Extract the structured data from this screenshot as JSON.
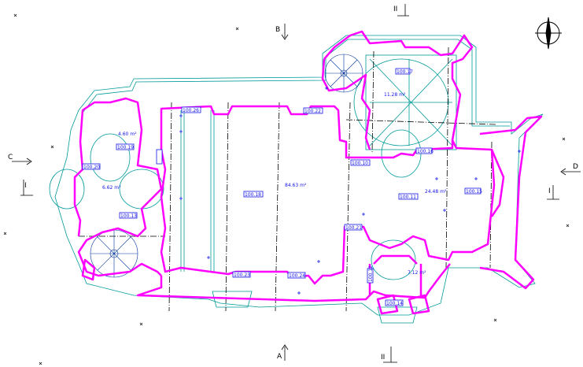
{
  "section_markers": {
    "A": "A",
    "B": "B",
    "C": "C",
    "D": "D",
    "I_left": "I",
    "I_right": "I",
    "II_top": "II",
    "II_bottom": "II"
  },
  "room_codes": [
    "100.26",
    "100.22",
    "100.18",
    "100.10",
    "100.11",
    "100.15",
    "100.16",
    "100.19",
    "100.20",
    "100.13",
    "100.23",
    "100.24",
    "100.21",
    "100.14",
    "100.17",
    "100.12"
  ],
  "area_labels": [
    "84.63 m²",
    "24.48 m²",
    "11.28 m²",
    "4.60 m²",
    "6.62 m²",
    "7.12 m²"
  ],
  "colors": {
    "walls": "#ff00ff",
    "outline": "#009999",
    "annotation": "#1414e6",
    "axis": "#000000"
  }
}
